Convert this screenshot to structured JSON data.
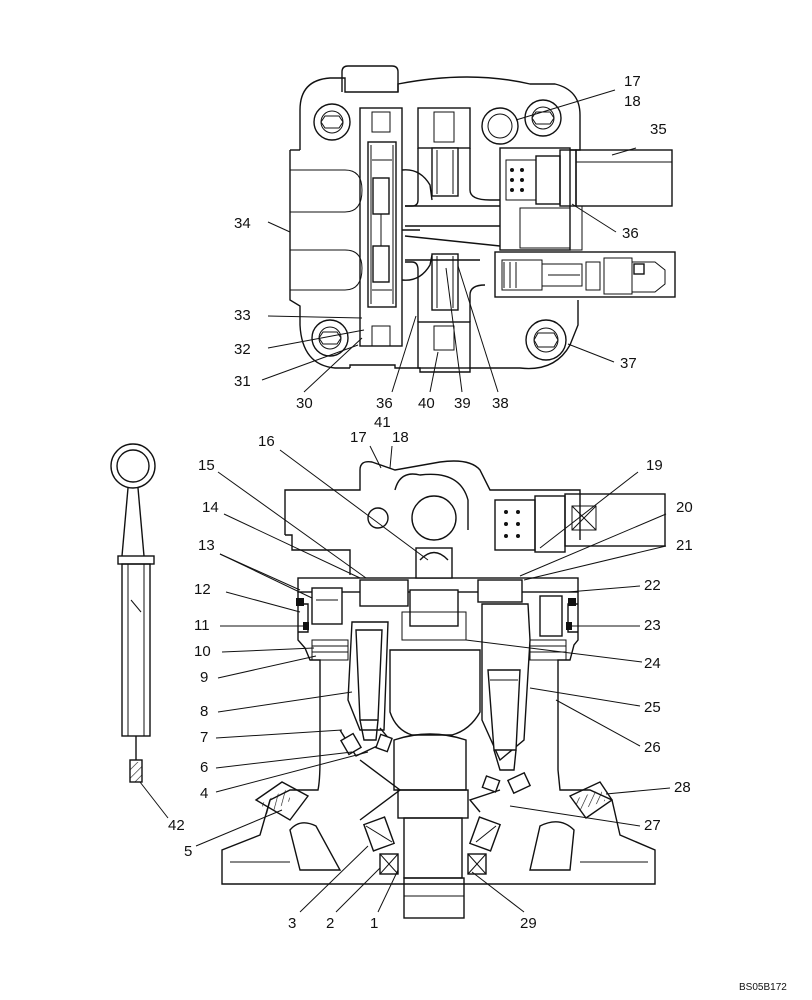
{
  "figure": {
    "code": "BS05B172"
  },
  "callouts": [
    {
      "id": "c17a",
      "text": "17"
    },
    {
      "id": "c18a",
      "text": "18"
    },
    {
      "id": "c35",
      "text": "35"
    },
    {
      "id": "c34",
      "text": "34"
    },
    {
      "id": "c36a",
      "text": "36"
    },
    {
      "id": "c33",
      "text": "33"
    },
    {
      "id": "c32",
      "text": "32"
    },
    {
      "id": "c31",
      "text": "31"
    },
    {
      "id": "c37",
      "text": "37"
    },
    {
      "id": "c30",
      "text": "30"
    },
    {
      "id": "c36b",
      "text": "36"
    },
    {
      "id": "c40",
      "text": "40"
    },
    {
      "id": "c39",
      "text": "39"
    },
    {
      "id": "c38",
      "text": "38"
    },
    {
      "id": "c41",
      "text": "41"
    },
    {
      "id": "c17b",
      "text": "17"
    },
    {
      "id": "c18b",
      "text": "18"
    },
    {
      "id": "c16",
      "text": "16"
    },
    {
      "id": "c15",
      "text": "15"
    },
    {
      "id": "c19",
      "text": "19"
    },
    {
      "id": "c14",
      "text": "14"
    },
    {
      "id": "c20",
      "text": "20"
    },
    {
      "id": "c21",
      "text": "21"
    },
    {
      "id": "c13",
      "text": "13"
    },
    {
      "id": "c12",
      "text": "12"
    },
    {
      "id": "c22",
      "text": "22"
    },
    {
      "id": "c11",
      "text": "11"
    },
    {
      "id": "c23",
      "text": "23"
    },
    {
      "id": "c10",
      "text": "10"
    },
    {
      "id": "c9",
      "text": "9"
    },
    {
      "id": "c24",
      "text": "24"
    },
    {
      "id": "c8",
      "text": "8"
    },
    {
      "id": "c25",
      "text": "25"
    },
    {
      "id": "c7",
      "text": "7"
    },
    {
      "id": "c26",
      "text": "26"
    },
    {
      "id": "c6",
      "text": "6"
    },
    {
      "id": "c4",
      "text": "4"
    },
    {
      "id": "c28",
      "text": "28"
    },
    {
      "id": "c42",
      "text": "42"
    },
    {
      "id": "c27",
      "text": "27"
    },
    {
      "id": "c5",
      "text": "5"
    },
    {
      "id": "c3",
      "text": "3"
    },
    {
      "id": "c2",
      "text": "2"
    },
    {
      "id": "c1",
      "text": "1"
    },
    {
      "id": "c29",
      "text": "29"
    }
  ]
}
